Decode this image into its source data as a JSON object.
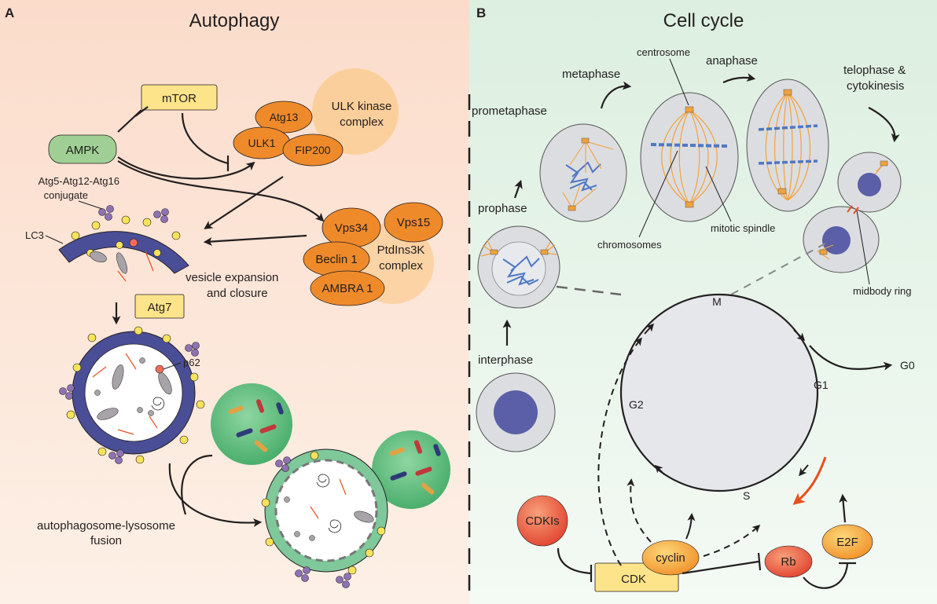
{
  "panel_a": {
    "letter": "A",
    "title": "Autophagy",
    "labels": {
      "mtor": "mTOR",
      "ampk": "AMPK",
      "atg13": "Atg13",
      "ulk1": "ULK1",
      "fip200": "FIP200",
      "ulk_complex_l1": "ULK kinase",
      "ulk_complex_l2": "complex",
      "conj_l1": "Atg5-Atg12-Atg16",
      "conj_l2": "conjugate",
      "lc3": "LC3",
      "vps34": "Vps34",
      "vps15": "Vps15",
      "beclin": "Beclin 1",
      "ptd_l1": "PtdIns3K",
      "ptd_l2": "complex",
      "ambra": "AMBRA 1",
      "vesicle_l1": "vesicle expansion",
      "vesicle_l2": "and closure",
      "atg7": "Atg7",
      "p62": "p62",
      "fusion_l1": "autophagosome-lysosome",
      "fusion_l2": "fusion"
    }
  },
  "panel_b": {
    "letter": "B",
    "title": "Cell cycle",
    "labels": {
      "prometaphase": "prometaphase",
      "metaphase": "metaphase",
      "centrosome": "centrosome",
      "anaphase": "anaphase",
      "telo_l1": "telophase &",
      "telo_l2": "cytokinesis",
      "prophase": "prophase",
      "chromosomes": "chromosomes",
      "mitotic_spindle": "mitotic spindle",
      "midbody_ring": "midbody ring",
      "interphase": "interphase",
      "m": "M",
      "g1": "G1",
      "g0": "G0",
      "g2": "G2",
      "s": "S",
      "cdkis": "CDKIs",
      "cyclin": "cyclin",
      "cdk": "CDK",
      "rb": "Rb",
      "e2f": "E2F"
    }
  },
  "colors": {
    "panel_a_bg": "#fbe3d6",
    "panel_b_bg": "#e3f1e5",
    "yellow_box": "#fde48a",
    "orange_protein": "#ef8a2a",
    "ulk_halo": "#fbc98a",
    "ampk_green": "#9fcf94",
    "membrane_blue": "#4a4e96",
    "lysosome_green": "#5dbb7a",
    "cell_gray": "#dcdde0",
    "nucleus_blue": "#5a5fa8",
    "chromosome_blue": "#4f78c4",
    "spindle_orange": "#f2a23c",
    "red_arrow": "#e8501f",
    "rb_red": "#e84a3a",
    "e2f_orange": "#f5a623"
  }
}
